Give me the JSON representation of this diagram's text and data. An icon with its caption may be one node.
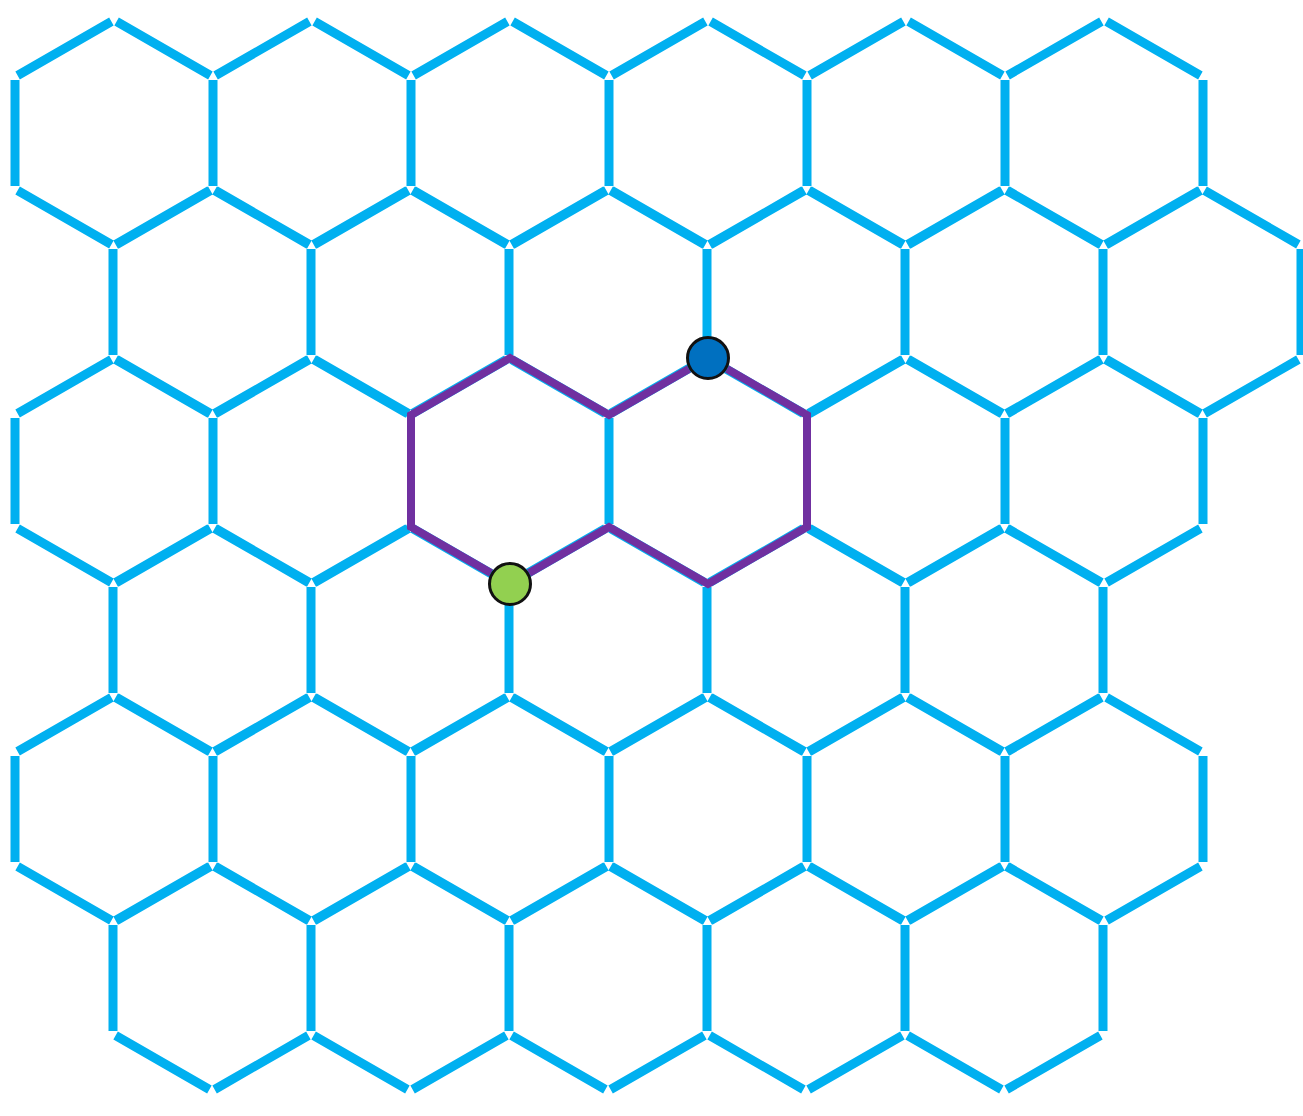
{
  "diagram": {
    "nodes": [
      {
        "text": [],
        "shape": "circle"
      },
      {
        "text": [],
        "shape": "circle"
      }
    ],
    "edges": [
      {
        "from": 0,
        "to": 1,
        "arrow": "none",
        "color": "#7030a0"
      },
      {
        "from": 0,
        "to": 1,
        "arrow": "none",
        "color": "#7030a0"
      }
    ]
  }
}
